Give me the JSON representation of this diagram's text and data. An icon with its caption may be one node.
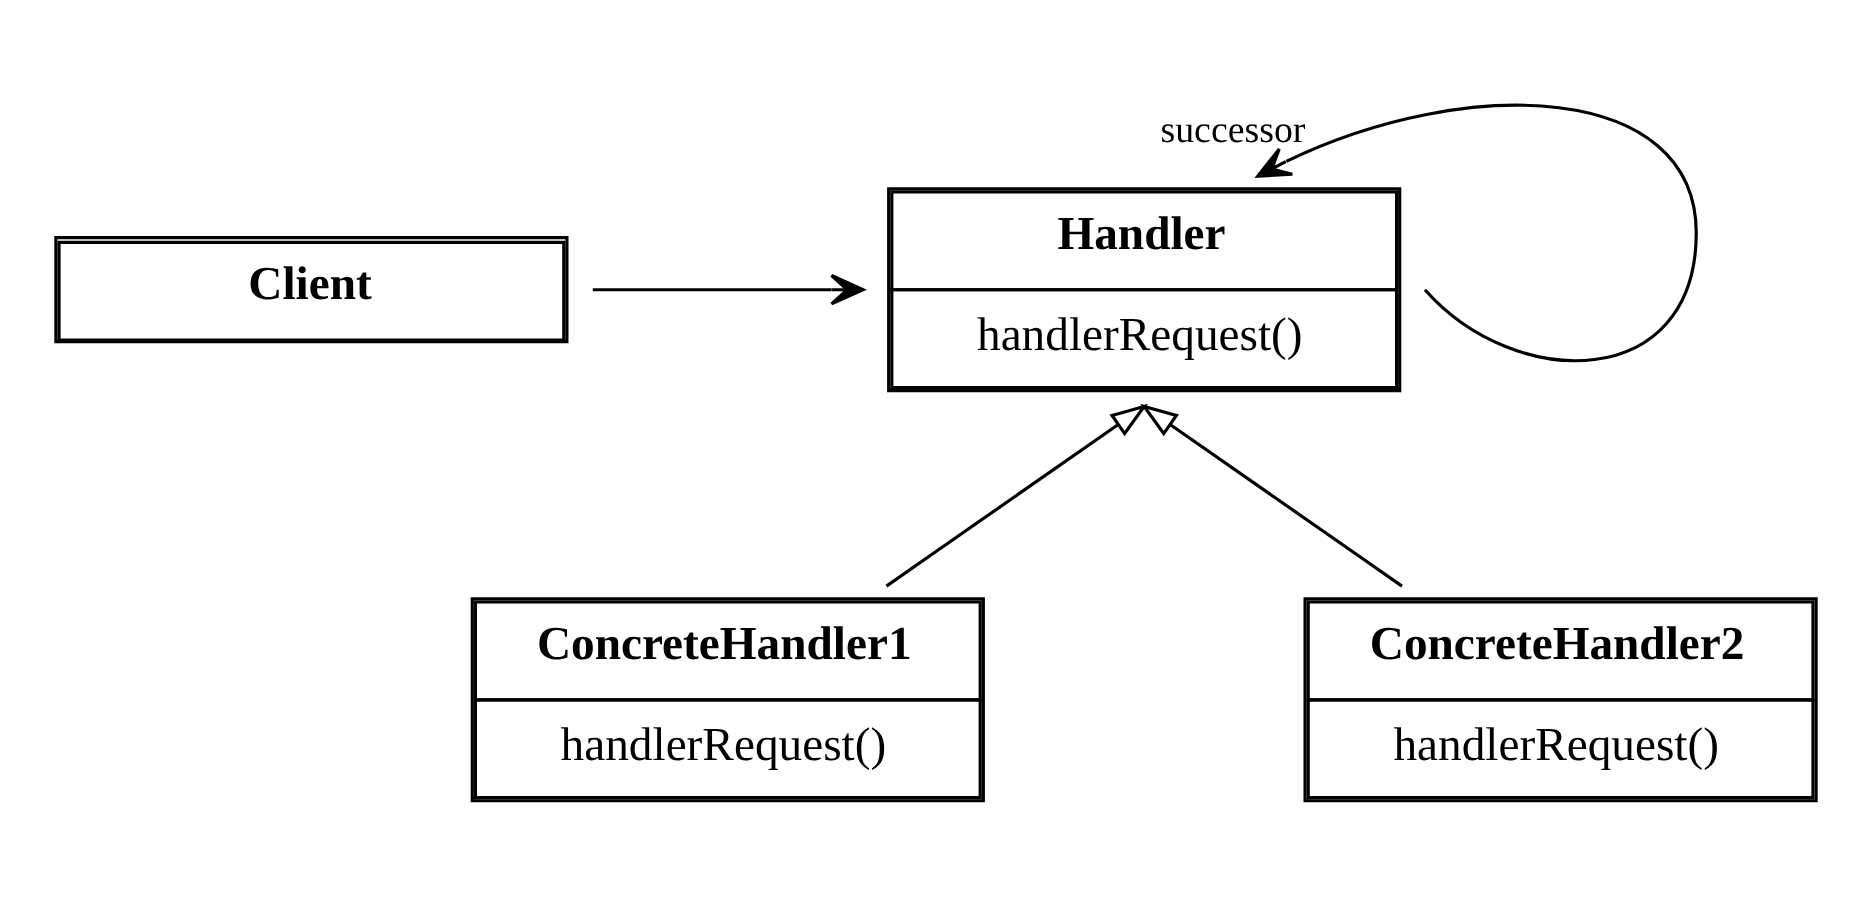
{
  "diagram": {
    "nodes": [
      {
        "text": [
          "Client"
        ]
      },
      {
        "text": [
          "Handler",
          "handlerRequest()"
        ]
      },
      {
        "text": [
          "ConcreteHandler1",
          "handlerRequest()"
        ]
      },
      {
        "text": [
          "ConcreteHandler2",
          "handlerRequest()"
        ]
      }
    ],
    "edges": [
      {
        "from": 0,
        "to": 1,
        "arrow": "to"
      },
      {
        "from": 1,
        "to": 1,
        "arrow": "to",
        "label": "successor"
      },
      {
        "from": 2,
        "to": 1,
        "arrow": "to"
      },
      {
        "from": 3,
        "to": 1,
        "arrow": "to"
      }
    ]
  }
}
